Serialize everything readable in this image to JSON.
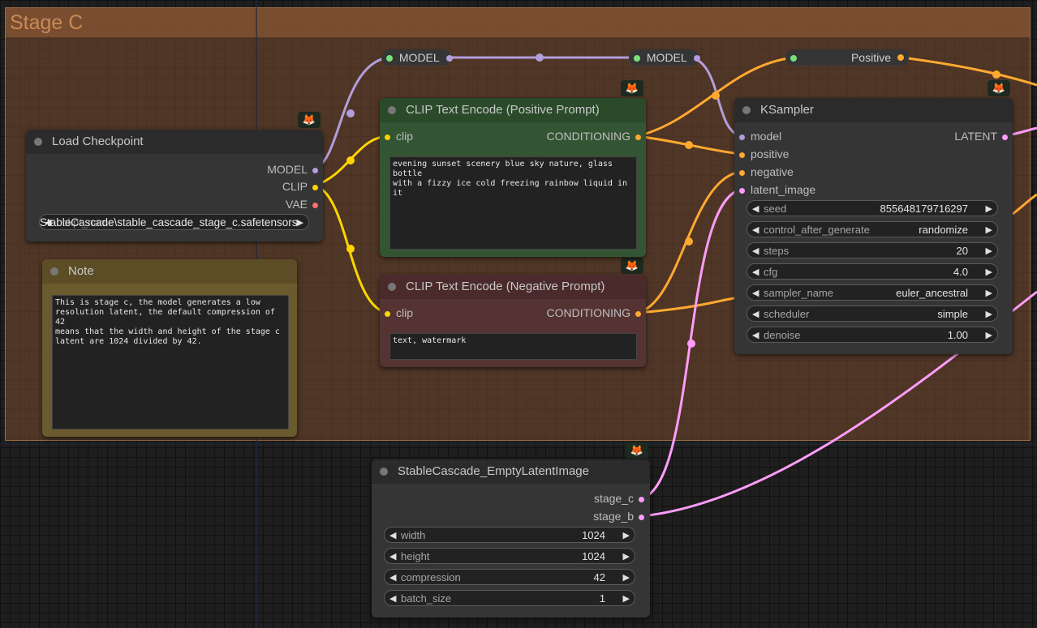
{
  "group": {
    "title": "Stage C"
  },
  "colors": {
    "model": "#b39ddb",
    "clip": "#ffd500",
    "vae": "#ff6e6e",
    "conditioning": "#ffa931",
    "latent": "#ff9cf9",
    "ok": "#7ae07a"
  },
  "reroutes": [
    {
      "label": "MODEL"
    },
    {
      "label": "MODEL"
    },
    {
      "label": "Positive"
    }
  ],
  "load_checkpoint": {
    "title": "Load Checkpoint",
    "outputs": [
      "MODEL",
      "CLIP",
      "VAE"
    ],
    "ckpt_name": "StableCascade\\stable_cascade_stage_c.safetensors",
    "ckpt_label": "ckpt_name"
  },
  "note": {
    "title": "Note",
    "text": "This is stage c, the model generates a low\nresolution latent, the default compression of 42\nmeans that the width and height of the stage c\nlatent are 1024 divided by 42."
  },
  "clip_pos": {
    "title": "CLIP Text Encode (Positive Prompt)",
    "input": "clip",
    "output": "CONDITIONING",
    "text": "evening sunset scenery blue sky nature, glass bottle\nwith a fizzy ice cold freezing rainbow liquid in it"
  },
  "clip_neg": {
    "title": "CLIP Text Encode (Negative Prompt)",
    "input": "clip",
    "output": "CONDITIONING",
    "text": "text, watermark"
  },
  "ksampler": {
    "title": "KSampler",
    "inputs": [
      "model",
      "positive",
      "negative",
      "latent_image"
    ],
    "output": "LATENT",
    "widgets": [
      {
        "label": "seed",
        "value": "855648179716297"
      },
      {
        "label": "control_after_generate",
        "value": "randomize"
      },
      {
        "label": "steps",
        "value": "20"
      },
      {
        "label": "cfg",
        "value": "4.0"
      },
      {
        "label": "sampler_name",
        "value": "euler_ancestral"
      },
      {
        "label": "scheduler",
        "value": "simple"
      },
      {
        "label": "denoise",
        "value": "1.00"
      }
    ]
  },
  "empty_latent": {
    "title": "StableCascade_EmptyLatentImage",
    "outputs": [
      "stage_c",
      "stage_b"
    ],
    "widgets": [
      {
        "label": "width",
        "value": "1024"
      },
      {
        "label": "height",
        "value": "1024"
      },
      {
        "label": "compression",
        "value": "42"
      },
      {
        "label": "batch_size",
        "value": "1"
      }
    ]
  },
  "badge_icon": "fox-icon"
}
